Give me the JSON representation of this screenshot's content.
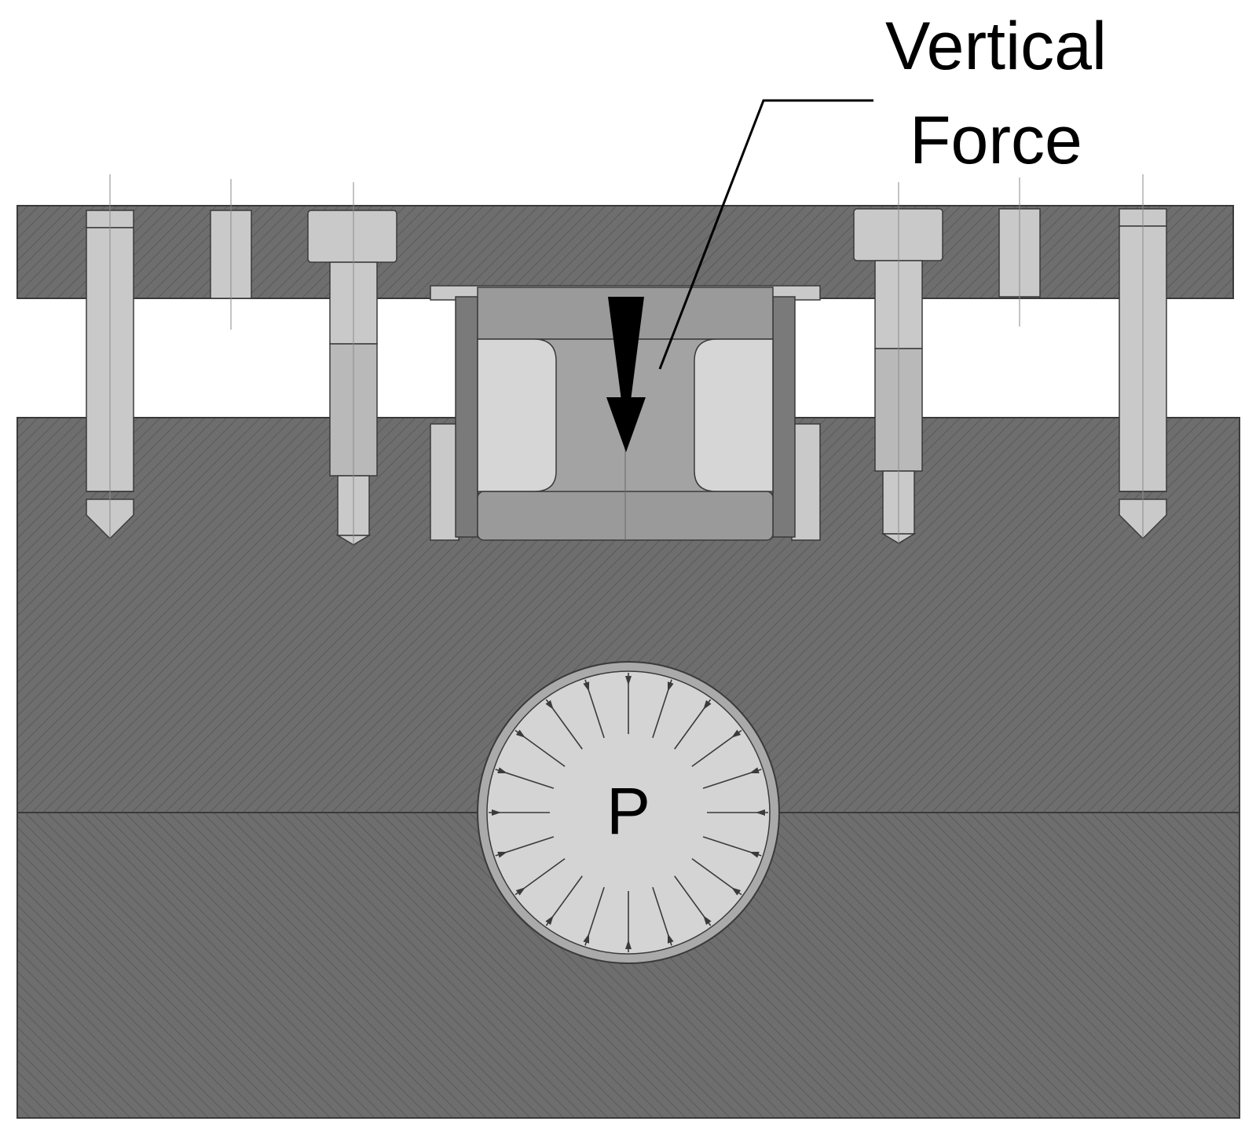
{
  "labels": {
    "vertical_force_line1": "Vertical",
    "vertical_force_line2": "Force",
    "pressure": "P"
  },
  "colors": {
    "section_dark": "#6e6e6e",
    "hatch": "#5a5a5a",
    "part_light": "#c9c9c9",
    "part_mid": "#9a9a9a",
    "outline": "#3a3a3a",
    "arrow": "#000000"
  },
  "icons": {
    "force_arrow": "down-arrow-icon",
    "pressure_arrows": "radial-inward-arrows"
  }
}
